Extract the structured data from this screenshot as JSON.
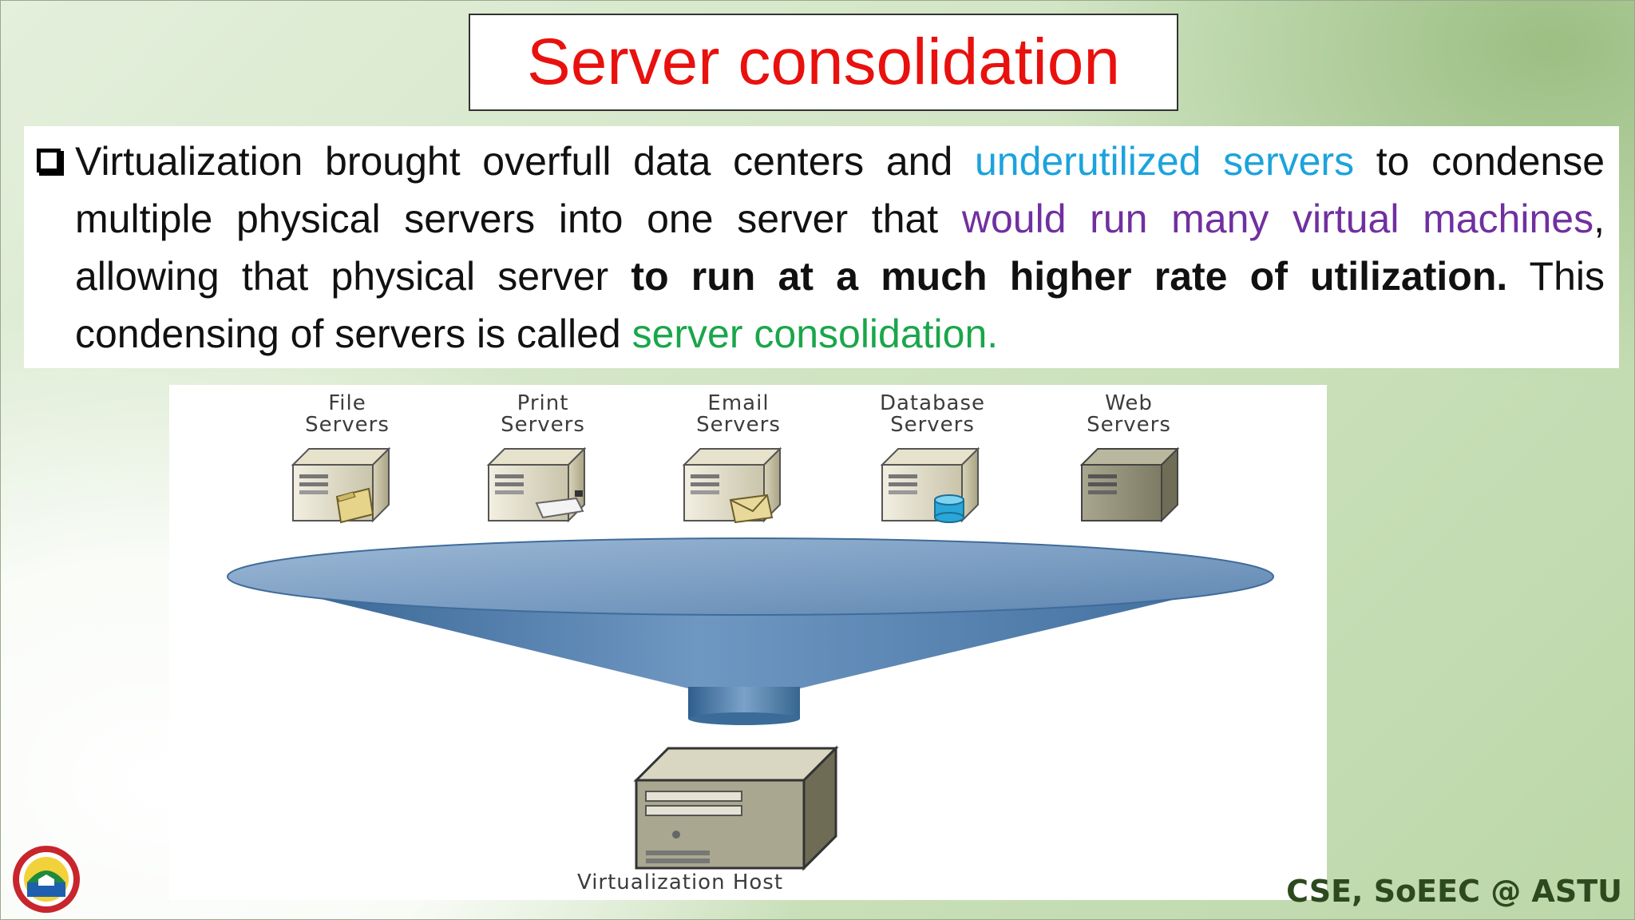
{
  "title": "Server consolidation",
  "paragraph": {
    "t1": "Virtualization brought overfull data centers and ",
    "t2": "underutilized servers",
    "t3": " to condense multiple physical servers into one server that ",
    "t4": "would run many virtual machines",
    "t5": ", allowing that physical server ",
    "t6": "to run at a much higher rate of utilization.",
    "t7": " This condensing of servers is called ",
    "t8": "server consolidation."
  },
  "diagram": {
    "servers": [
      {
        "line1": "File",
        "line2": "Servers",
        "icon": "server-folder-icon"
      },
      {
        "line1": "Print",
        "line2": "Servers",
        "icon": "server-printer-icon"
      },
      {
        "line1": "Email",
        "line2": "Servers",
        "icon": "server-envelope-icon"
      },
      {
        "line1": "Database",
        "line2": "Servers",
        "icon": "server-database-icon"
      },
      {
        "line1": "Web",
        "line2": "Servers",
        "icon": "server-icon"
      }
    ],
    "host_label": "Virtualization Host",
    "funnel_color": "#4d7aa8"
  },
  "footer": "CSE, SoEEC @ ASTU",
  "colors": {
    "title": "#e8110e",
    "highlight_blue": "#1ca3dc",
    "highlight_purple": "#7030a0",
    "highlight_green": "#1aa64a"
  }
}
